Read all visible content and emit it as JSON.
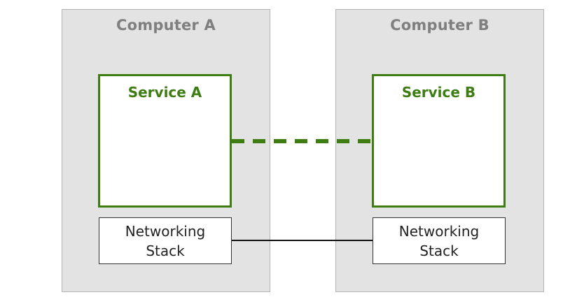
{
  "computer_a": {
    "title": "Computer A"
  },
  "computer_b": {
    "title": "Computer B"
  },
  "service_a": {
    "title": "Service A"
  },
  "service_b": {
    "title": "Service B"
  },
  "stack_a": {
    "line1": "Networking",
    "line2": "Stack"
  },
  "stack_b": {
    "line1": "Networking",
    "line2": "Stack"
  },
  "colors": {
    "computer_fill": "#e3e3e3",
    "computer_border": "#b3b3b3",
    "computer_title": "#7f7f7f",
    "service_green": "#3d7d12",
    "stack_border": "#333333",
    "network_link": "#111111"
  }
}
